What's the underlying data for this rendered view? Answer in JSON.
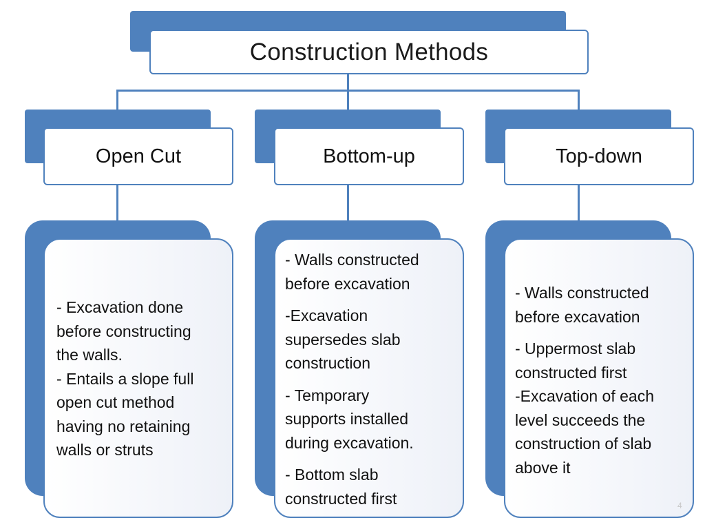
{
  "title": "Construction Methods",
  "colors": {
    "accent": "#4f81bd",
    "border": "#4f81bd",
    "text": "#111111"
  },
  "methods": [
    {
      "name": "Open Cut",
      "items": [
        "- Excavation done\nbefore constructing\nthe walls.",
        "-  Entails a slope full\nopen cut method\nhaving no retaining\nwalls or struts"
      ]
    },
    {
      "name": "Bottom-up",
      "items": [
        "- Walls constructed\nbefore excavation",
        "-Excavation\nsupersedes slab\nconstruction",
        "- Temporary\nsupports installed\nduring excavation.",
        "- Bottom slab\nconstructed first"
      ]
    },
    {
      "name": "Top-down",
      "items": [
        "- Walls constructed\nbefore excavation",
        "- Uppermost slab\nconstructed first",
        "-Excavation of each\nlevel succeeds the\nconstruction of slab\nabove it"
      ]
    }
  ],
  "page_number": "4"
}
